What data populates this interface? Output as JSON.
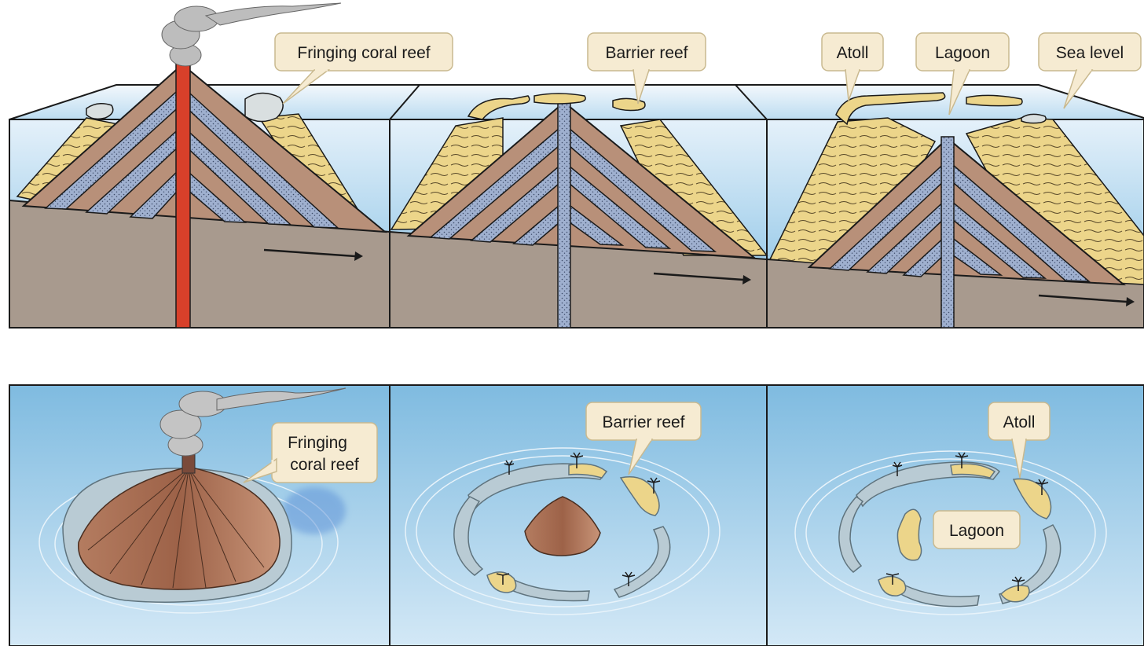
{
  "cross_section": {
    "panels": [
      {
        "stage": "fringing",
        "labels": {
          "fringing": "Fringing coral reef"
        }
      },
      {
        "stage": "barrier",
        "labels": {
          "barrier": "Barrier reef"
        }
      },
      {
        "stage": "atoll",
        "labels": {
          "atoll": "Atoll",
          "lagoon": "Lagoon",
          "sea_level": "Sea level"
        }
      }
    ]
  },
  "plan_view": {
    "panels": [
      {
        "stage": "fringing",
        "labels": {
          "fringing_line1": "Fringing",
          "fringing_line2": "coral reef"
        }
      },
      {
        "stage": "barrier",
        "labels": {
          "barrier": "Barrier reef"
        }
      },
      {
        "stage": "atoll",
        "labels": {
          "atoll": "Atoll",
          "lagoon": "Lagoon"
        }
      }
    ]
  },
  "colors": {
    "sea_top": "#cfe6f5",
    "sea_deep": "#7fbde3",
    "seafloor": "#a89a8e",
    "lava_layer": "#b89079",
    "ash_layer": "#9fb0cf",
    "coral_sand": "#ecd58a",
    "magma": "#d8402a",
    "reef": "#b9cbd4",
    "callout_fill": "#f6ebd2",
    "callout_stroke": "#c9b98f"
  }
}
